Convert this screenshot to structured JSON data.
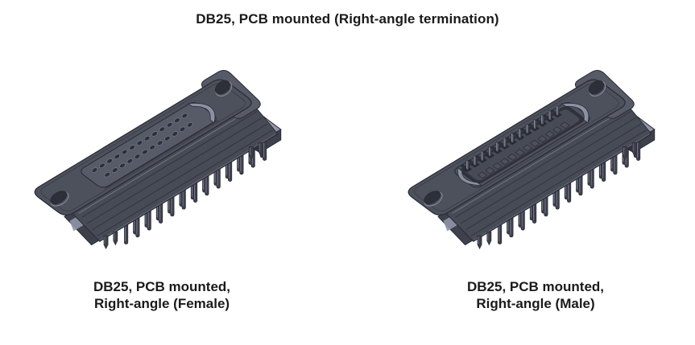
{
  "title": "DB25, PCB mounted (Right-angle termination)",
  "figures": [
    {
      "id": "female",
      "gender": "female",
      "caption_line1": "DB25, PCB mounted,",
      "caption_line2": "Right-angle (Female)",
      "contact_count": 25,
      "contact_rows": [
        13,
        12
      ]
    },
    {
      "id": "male",
      "gender": "male",
      "caption_line1": "DB25, PCB mounted,",
      "caption_line2": "Right-angle (Male)",
      "contact_count": 25,
      "contact_rows": [
        13,
        12
      ]
    }
  ],
  "colors": {
    "background": "#ffffff",
    "text": "#1a1a1a",
    "body": "#4d515c",
    "body_light": "#575b67",
    "body_side": "#474b56",
    "body_dark": "#3e414c",
    "body_darker": "#30333d",
    "outline": "#282b34",
    "highlight": "#9095a8",
    "highlight_soft": "#7b8194",
    "hole": "#2d3039",
    "slot": "#272a33",
    "pin_post": "#5b6070",
    "pad": "#4d515d"
  }
}
